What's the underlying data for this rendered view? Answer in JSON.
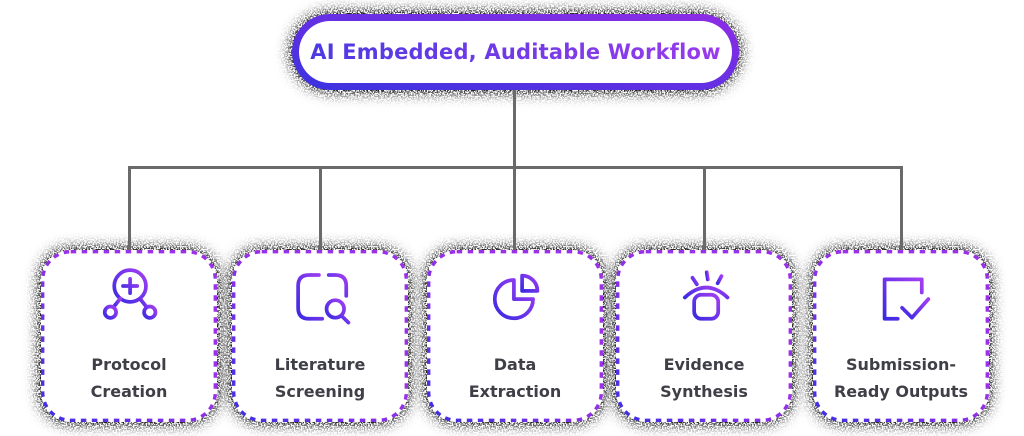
{
  "title": {
    "text": "AI Embedded, Auditable Workflow"
  },
  "cards": [
    {
      "id": "protocol-creation",
      "icon": "network-plus-icon",
      "line1": "Protocol",
      "line2": "Creation"
    },
    {
      "id": "literature-screening",
      "icon": "document-search-icon",
      "line1": "Literature",
      "line2": "Screening"
    },
    {
      "id": "data-extraction",
      "icon": "pie-chart-icon",
      "line1": "Data",
      "line2": "Extraction"
    },
    {
      "id": "evidence-synthesis",
      "icon": "shining-box-icon",
      "line1": "Evidence",
      "line2": "Synthesis"
    },
    {
      "id": "submission-ready-outputs",
      "icon": "checked-square-icon",
      "line1": "Submission-",
      "line2": "Ready Outputs"
    }
  ],
  "colors": {
    "connector": "#6a6a6a",
    "label": "#3f3f47",
    "card_bg": "#ffffff",
    "page_bg": "#ffffff",
    "icon_from": "#3b2ae2",
    "icon_to": "#a23ef2",
    "dash_from": "#3b2fe2",
    "dash_to": "#9a30e8",
    "pill_border_from": "#3a33e0",
    "pill_border_to": "#8f2ce6",
    "title_from": "#4c3ae2",
    "title_to": "#9a3bec"
  }
}
